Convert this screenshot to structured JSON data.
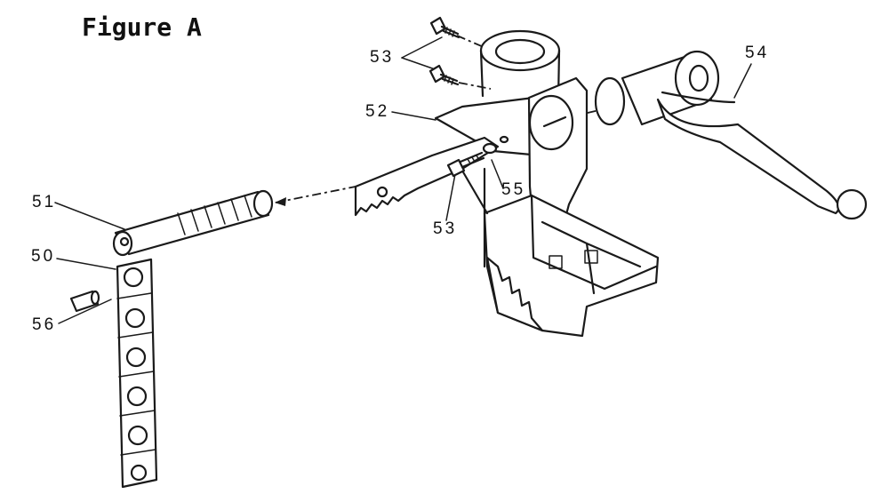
{
  "figure_title": "Figure A",
  "callouts": {
    "p50": "50",
    "p51": "51",
    "p52": "52",
    "p53_top": "53",
    "p53_bottom": "53",
    "p54": "54",
    "p55": "55",
    "p56": "56"
  }
}
